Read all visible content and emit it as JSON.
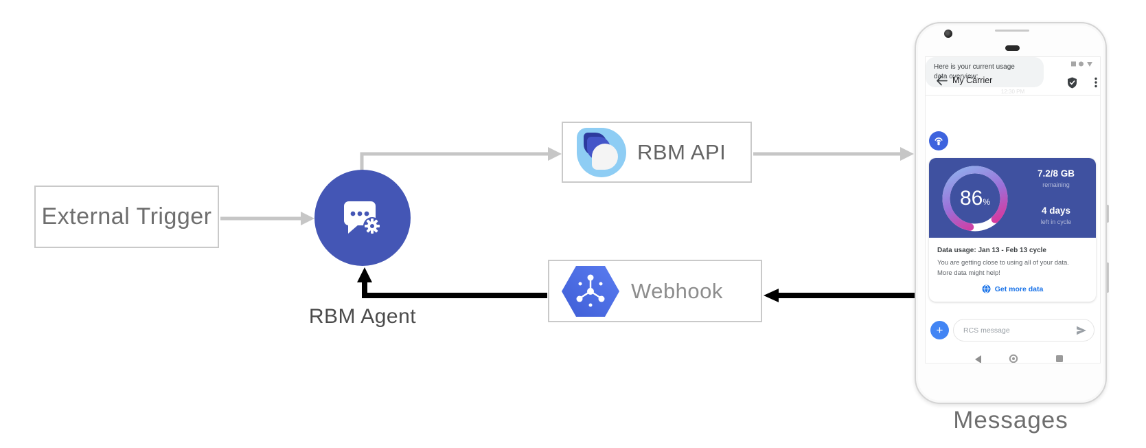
{
  "diagram": {
    "external_trigger_label": "External Trigger",
    "rbm_agent_label": "RBM Agent",
    "rbm_api_label": "RBM API",
    "webhook_label": "Webhook",
    "phone_caption": "Messages"
  },
  "phone": {
    "header": {
      "title": "My Carrier",
      "timestamp_faint": "12:30 PM"
    },
    "chat_bubble": {
      "line1": "Here is your current usage",
      "line2": "data overview:"
    },
    "usage_card": {
      "gauge_percent": "86",
      "gauge_percent_sign": "%",
      "data_amount": "7.2/8 GB",
      "data_amount_caption": "remaining",
      "days_left": "4 days",
      "days_left_caption": "left in cycle",
      "title": "Data usage: Jan 13 - Feb 13 cycle",
      "body_line1": "You are getting close to using all of your data.",
      "body_line2": "More data might help!",
      "action_label": "Get more data"
    },
    "composer": {
      "plus_label": "+",
      "placeholder": "RCS message"
    }
  },
  "colors": {
    "agent_circle_blue": "#4456b5",
    "gauge_panel_blue": "#3f51a0",
    "gauge_gradient": [
      "#8fb5ef",
      "#9c6fd8",
      "#e62a8e"
    ],
    "gray_arrow": "#c6c6c6",
    "black_arrow": "#000000",
    "action_blue": "#1a73e8",
    "avatar_blue": "#3d63de",
    "plus_button_blue": "#4285f4",
    "api_logo_light_blue": "#8ecdf4",
    "webhook_hexagon_blue": "#4a6ae4"
  }
}
